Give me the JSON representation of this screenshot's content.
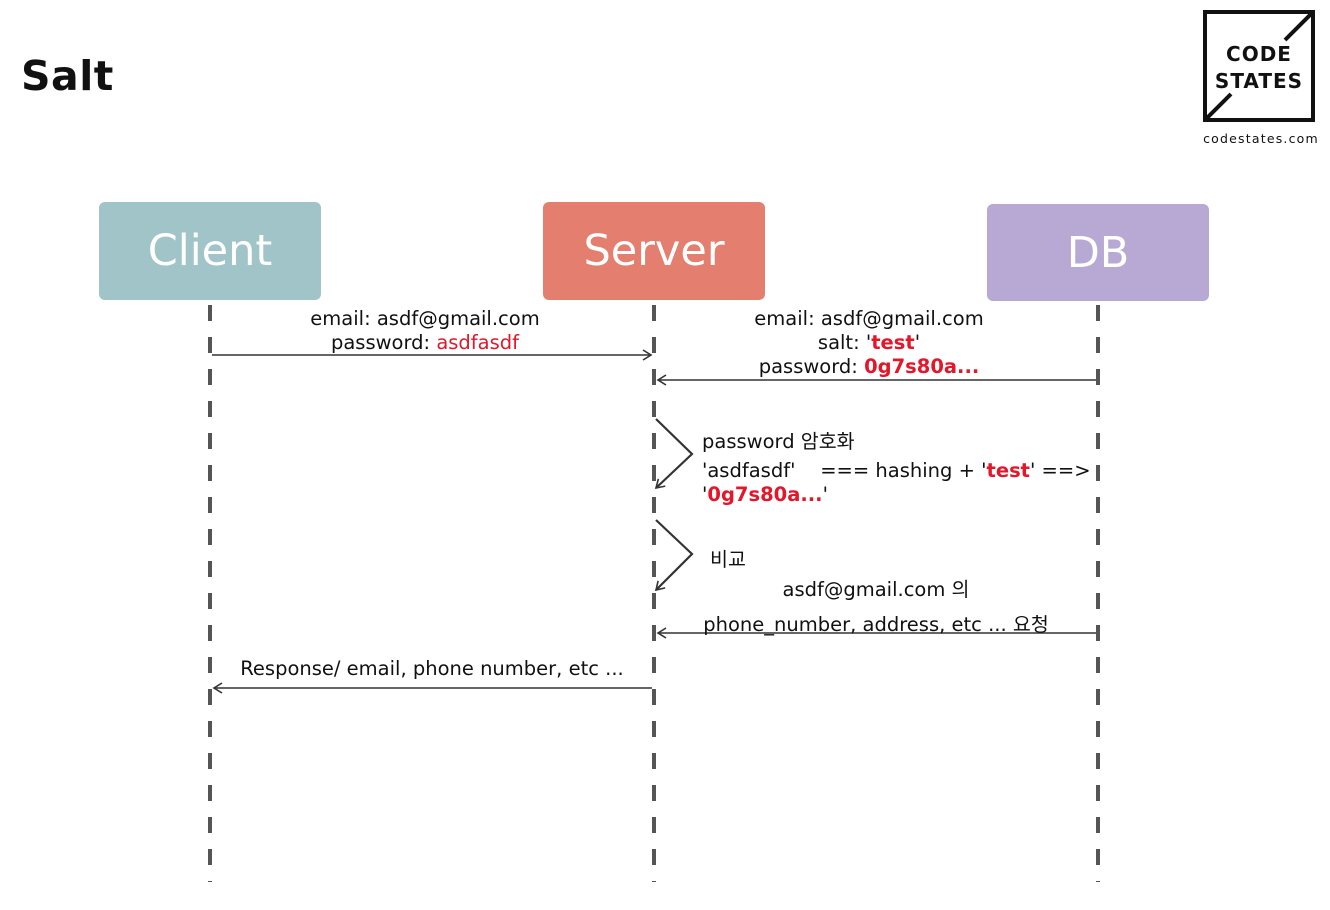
{
  "title": "Salt",
  "logo": {
    "line1": "CODE",
    "line2": "STATES",
    "url": "codestates.com"
  },
  "actors": [
    {
      "label": "Client",
      "color": "#a1c4c8"
    },
    {
      "label": "Server",
      "color": "#e47e6f"
    },
    {
      "label": "DB",
      "color": "#b7a8d4"
    }
  ],
  "messages": {
    "m1": {
      "email": "email: asdf@gmail.com",
      "password_prefix": "password: ",
      "password_value": "asdfasdf"
    },
    "m2": {
      "email": "email: asdf@gmail.com",
      "salt_prefix": "salt: '",
      "salt_value": "test",
      "salt_suffix": "'",
      "password_prefix": "password: ",
      "password_value": "0g7s80a..."
    },
    "step1": {
      "title": "password 암호화",
      "line_prefix": "'asdfasdf'    === hashing + '",
      "salt_value": "test",
      "line_suffix": "' ==>",
      "result_open": "'",
      "result_value": "0g7s80a...",
      "result_close": "'"
    },
    "step2": {
      "title": "비교"
    },
    "m3": {
      "line1": "asdf@gmail.com 의",
      "line2": "phone_number, address, etc ... 요청"
    },
    "m4": {
      "text": "Response/ email, phone number, etc ..."
    }
  },
  "colors": {
    "accent_red": "#e2172a",
    "lifeline": "#555555",
    "arrow": "#333333"
  }
}
